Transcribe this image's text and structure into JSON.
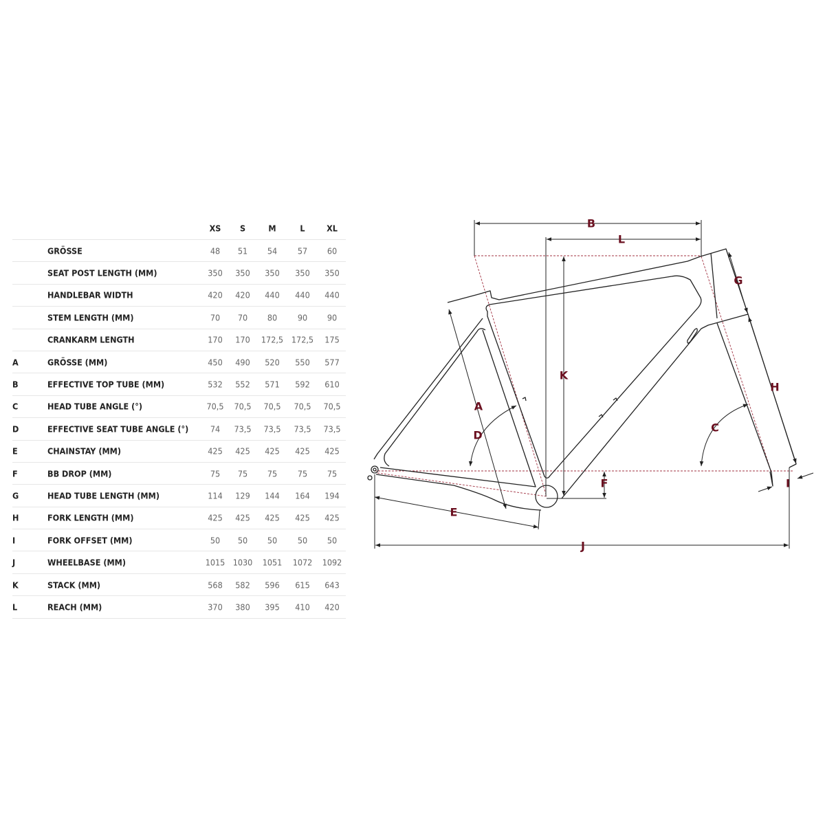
{
  "table": {
    "sizes": [
      "XS",
      "S",
      "M",
      "L",
      "XL"
    ],
    "rows": [
      {
        "letter": "",
        "label": "GRÖSSE",
        "values": [
          "48",
          "51",
          "54",
          "57",
          "60"
        ]
      },
      {
        "letter": "",
        "label": "SEAT POST LENGTH (MM)",
        "values": [
          "350",
          "350",
          "350",
          "350",
          "350"
        ]
      },
      {
        "letter": "",
        "label": "HANDLEBAR WIDTH",
        "values": [
          "420",
          "420",
          "440",
          "440",
          "440"
        ]
      },
      {
        "letter": "",
        "label": "STEM LENGTH (MM)",
        "values": [
          "70",
          "70",
          "80",
          "90",
          "90"
        ]
      },
      {
        "letter": "",
        "label": "CRANKARM LENGTH",
        "values": [
          "170",
          "170",
          "172,5",
          "172,5",
          "175"
        ]
      },
      {
        "letter": "A",
        "label": "GRÖSSE (MM)",
        "values": [
          "450",
          "490",
          "520",
          "550",
          "577"
        ]
      },
      {
        "letter": "B",
        "label": "EFFECTIVE TOP TUBE (MM)",
        "values": [
          "532",
          "552",
          "571",
          "592",
          "610"
        ]
      },
      {
        "letter": "C",
        "label": "HEAD TUBE ANGLE (°)",
        "values": [
          "70,5",
          "70,5",
          "70,5",
          "70,5",
          "70,5"
        ]
      },
      {
        "letter": "D",
        "label": "EFFECTIVE SEAT TUBE ANGLE (°)",
        "values": [
          "74",
          "73,5",
          "73,5",
          "73,5",
          "73,5"
        ]
      },
      {
        "letter": "E",
        "label": "CHAINSTAY (MM)",
        "values": [
          "425",
          "425",
          "425",
          "425",
          "425"
        ]
      },
      {
        "letter": "F",
        "label": "BB DROP (MM)",
        "values": [
          "75",
          "75",
          "75",
          "75",
          "75"
        ]
      },
      {
        "letter": "G",
        "label": "HEAD TUBE LENGTH (MM)",
        "values": [
          "114",
          "129",
          "144",
          "164",
          "194"
        ]
      },
      {
        "letter": "H",
        "label": "FORK LENGTH (MM)",
        "values": [
          "425",
          "425",
          "425",
          "425",
          "425"
        ]
      },
      {
        "letter": "I",
        "label": "FORK OFFSET (MM)",
        "values": [
          "50",
          "50",
          "50",
          "50",
          "50"
        ]
      },
      {
        "letter": "J",
        "label": "WHEELBASE (MM)",
        "values": [
          "1015",
          "1030",
          "1051",
          "1072",
          "1092"
        ]
      },
      {
        "letter": "K",
        "label": "STACK (MM)",
        "values": [
          "568",
          "582",
          "596",
          "615",
          "643"
        ]
      },
      {
        "letter": "L",
        "label": "REACH (MM)",
        "values": [
          "370",
          "380",
          "395",
          "410",
          "420"
        ]
      }
    ]
  },
  "diagram": {
    "labels": {
      "A": "A",
      "B": "B",
      "C": "C",
      "D": "D",
      "E": "E",
      "F": "F",
      "G": "G",
      "H": "H",
      "I": "I",
      "J": "J",
      "K": "K",
      "L": "L"
    },
    "colors": {
      "line": "#222222",
      "dimension_label": "#6b1020",
      "reference_line": "#a03040"
    }
  }
}
